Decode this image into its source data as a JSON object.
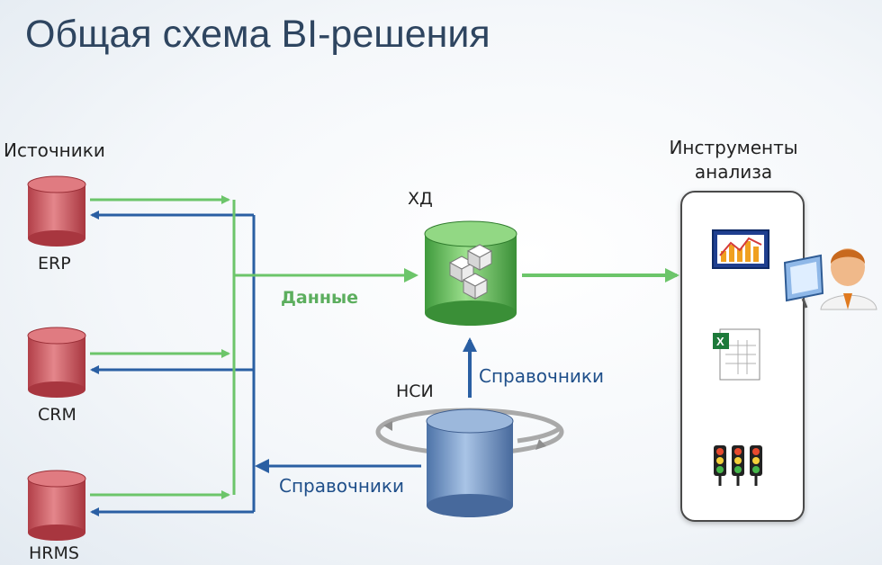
{
  "title": "Общая схема BI-решения",
  "labels": {
    "sources": "Источники",
    "tools": "Инструменты анализа",
    "erp": "ERP",
    "crm": "CRM",
    "hrms": "HRMS",
    "dw": "ХД",
    "mdm": "НСИ",
    "data": "Данные",
    "references_up": "Справочники",
    "references_left": "Справочники"
  },
  "colors": {
    "data_flow": "#6cc56a",
    "ref_flow": "#2a5fa3",
    "source_db": "#c8545b",
    "dw_db": "#6fc35f",
    "mdm_db": "#6f93c4"
  },
  "icons": {
    "tool_1": "chart-report-icon",
    "tool_2": "excel-spreadsheet-icon",
    "tool_3": "traffic-lights-kpi-icon",
    "user": "user-at-monitor-icon"
  }
}
